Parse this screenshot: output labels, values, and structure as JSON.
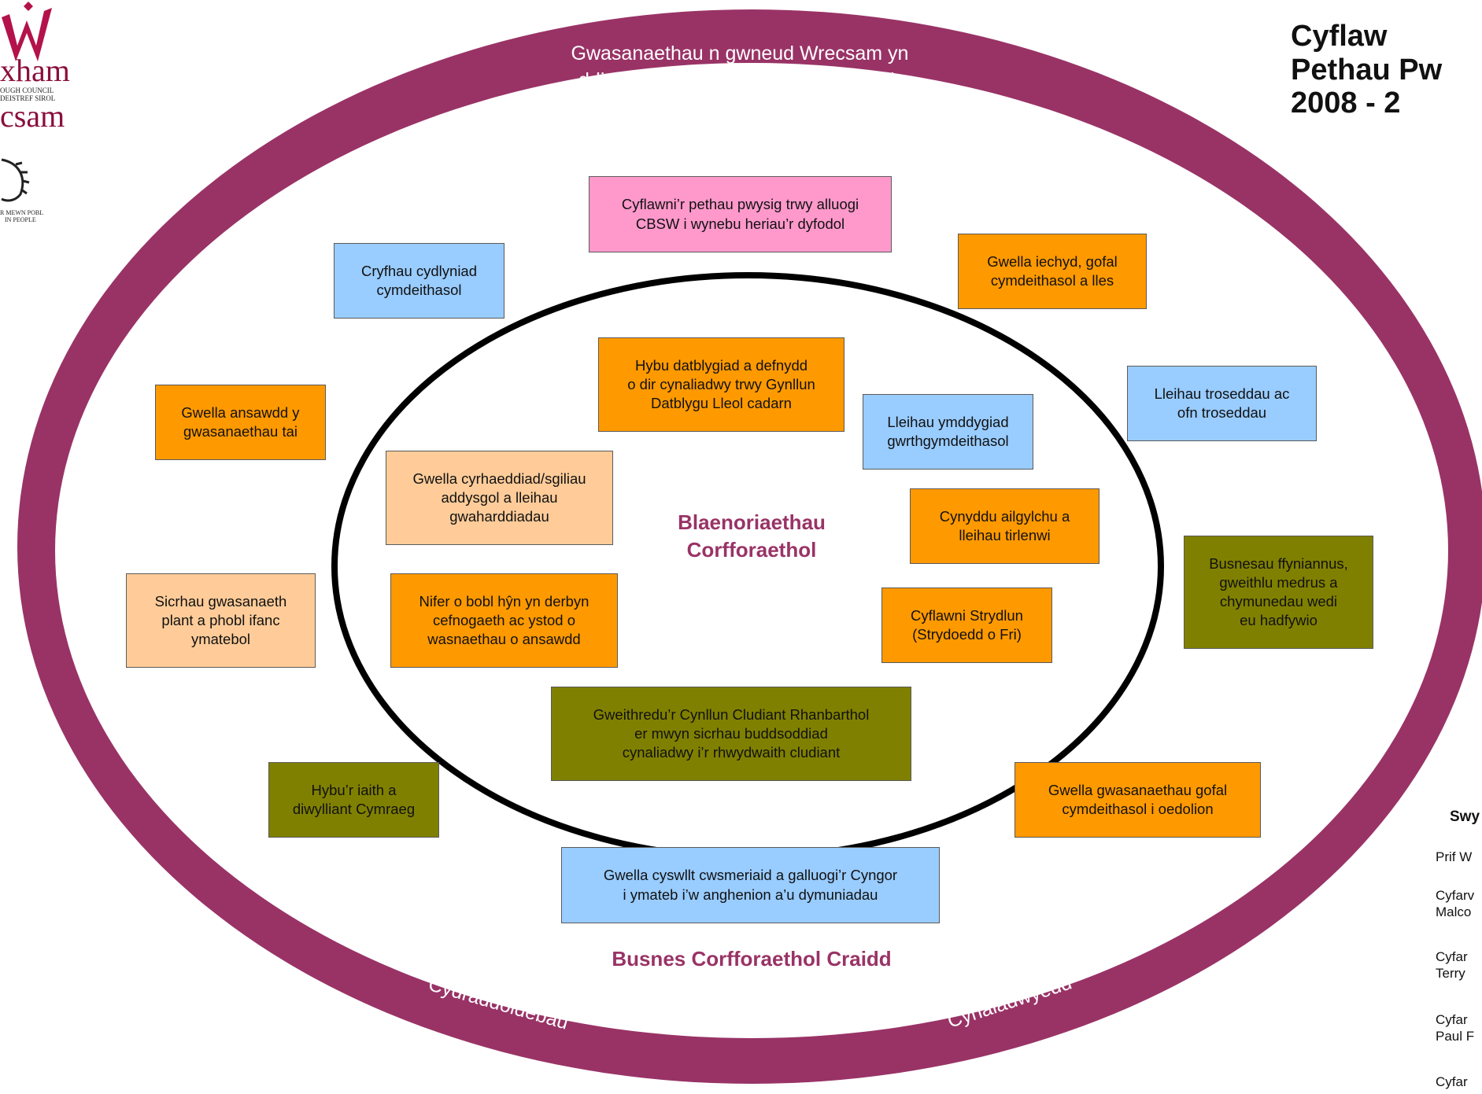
{
  "logos": {
    "council_lines": [
      "xham",
      "OUGH COUNCIL",
      "DEISTREF SIROL",
      "csam"
    ],
    "iip_lines": [
      "R MEWN POBL",
      "IN PEOPLE"
    ]
  },
  "title": "Cyflaw\nPethau Pw\n2008 - 2",
  "outer_ring": {
    "top_text": "Gwasanaethau n gwneud Wrecsam yn\nddiogelach, mwy gofalgar ac iachach",
    "bottom_left": "Cydraddoldebau",
    "bottom_right": "Cynaladwyedd"
  },
  "inner_heading": "Blaenoriaethau\nCorfforaethol",
  "core_heading": "Busnes Corfforaethol Craidd",
  "colors": {
    "ring": "#993366",
    "pink": "#ff99cc",
    "blue": "#99ccff",
    "orange": "#ff9900",
    "peach": "#ffcc99",
    "olive": "#808000"
  },
  "boxes": {
    "b1": "Cyflawni’r pethau pwysig trwy alluogi\nCBSW i wynebu heriau’r dyfodol",
    "b2": "Cryfhau cydlyniad\ncymdeithasol",
    "b3": "Gwella iechyd, gofal\ncymdeithasol a lles",
    "b4": "Hybu datblygiad a defnydd\no dir cynaliadwy trwy Gynllun\nDatblygu Lleol cadarn",
    "b5": "Gwella ansawdd y\ngwasanaethau tai",
    "b6": "Lleihau ymddygiad\ngwrthgymdeithasol",
    "b7": "Lleihau troseddau ac\nofn troseddau",
    "b8": "Gwella cyrhaeddiad/sgiliau\naddysgol a lleihau\ngwaharddiadau",
    "b9": "Cynyddu ailgylchu a\nlleihau tirlenwi",
    "b10": "Busnesau ffyniannus,\ngweithlu medrus a\nchymunedau wedi\neu hadfywio",
    "b11": "Sicrhau gwasanaeth\nplant a phobl ifanc\nymatebol",
    "b12": "Nifer o bobl hŷn yn derbyn\ncefnogaeth ac ystod o\nwasnaethau o ansawdd",
    "b13": "Cyflawni Strydlun\n(Strydoedd o Fri)",
    "b14": "Gweithredu’r Cynllun Cludiant Rhanbarthol\ner mwyn sicrhau buddsoddiad\ncynaliadwy i’r rhwydwaith cludiant",
    "b15": "Hybu’r iaith a\ndiwylliant Cymraeg",
    "b16": "Gwella gwasanaethau gofal\ncymdeithasol i oedolion",
    "b17": "Gwella cyswllt cwsmeriaid a galluogi’r Cyngor\ni ymateb i’w anghenion a’u dymuniadau"
  },
  "side": {
    "heading": "Swy",
    "items": [
      "Prif W",
      "Cyfarv\nMalco",
      " Cyfar\nTerry",
      " Cyfar\nPaul F",
      " Cyfar"
    ]
  }
}
